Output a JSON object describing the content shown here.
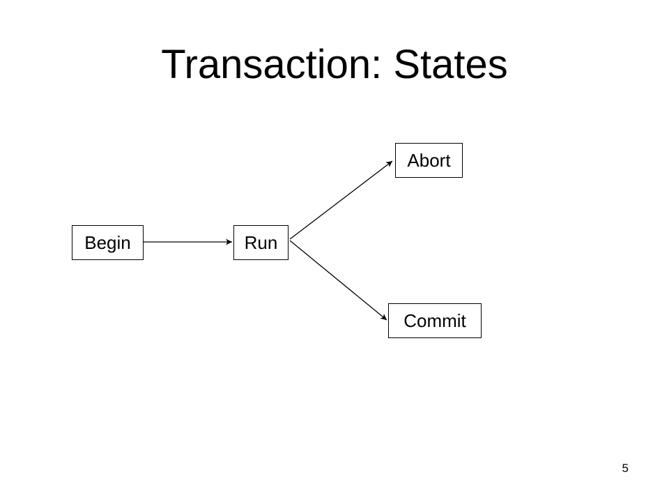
{
  "slide": {
    "title": "Transaction: States",
    "page_number": "5"
  },
  "diagram": {
    "states": {
      "begin": "Begin",
      "run": "Run",
      "abort": "Abort",
      "commit": "Commit"
    },
    "transitions": [
      {
        "from": "Begin",
        "to": "Run"
      },
      {
        "from": "Run",
        "to": "Abort"
      },
      {
        "from": "Run",
        "to": "Commit"
      }
    ],
    "line_color": "#000000"
  }
}
